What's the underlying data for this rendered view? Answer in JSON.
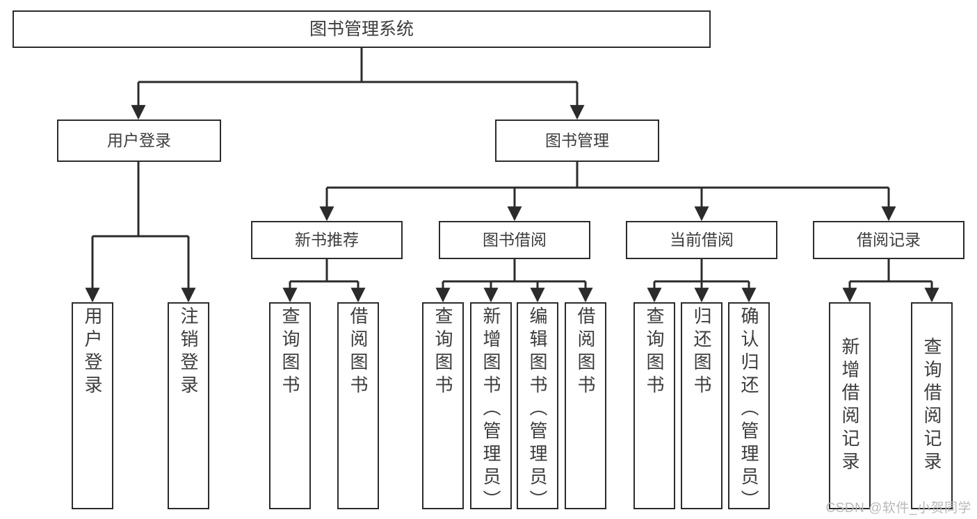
{
  "diagram": {
    "title": "图书管理系统",
    "type": "tree-hierarchy-chart",
    "watermark": "CSDN @软件_小贺同学",
    "colors": {
      "box_border": "#2b2b2b",
      "box_fill": "#ffffff",
      "connector": "#2b2b2b",
      "text": "#3c3c3c",
      "watermark": "#b9b9b9",
      "background": "#ffffff"
    },
    "root": {
      "label": "图书管理系统"
    },
    "level1": [
      {
        "label": "用户登录"
      },
      {
        "label": "图书管理"
      }
    ],
    "level2": [
      {
        "label": "新书推荐"
      },
      {
        "label": "图书借阅"
      },
      {
        "label": "当前借阅"
      },
      {
        "label": "借阅记录"
      }
    ],
    "leaves": {
      "user_login": [
        {
          "label": "用户登录"
        },
        {
          "label": "注销登录"
        }
      ],
      "new_book_recommend": [
        {
          "label": "查询图书"
        },
        {
          "label": "借阅图书"
        }
      ],
      "book_borrow": [
        {
          "label": "查询图书"
        },
        {
          "label": "新增图书（管理员）"
        },
        {
          "label": "编辑图书（管理员）"
        },
        {
          "label": "借阅图书"
        }
      ],
      "current_borrow": [
        {
          "label": "查询图书"
        },
        {
          "label": "归还图书"
        },
        {
          "label": "确认归还（管理员）"
        }
      ],
      "borrow_record": [
        {
          "label": "新增借阅记录"
        },
        {
          "label": "查询借阅记录"
        }
      ]
    }
  }
}
